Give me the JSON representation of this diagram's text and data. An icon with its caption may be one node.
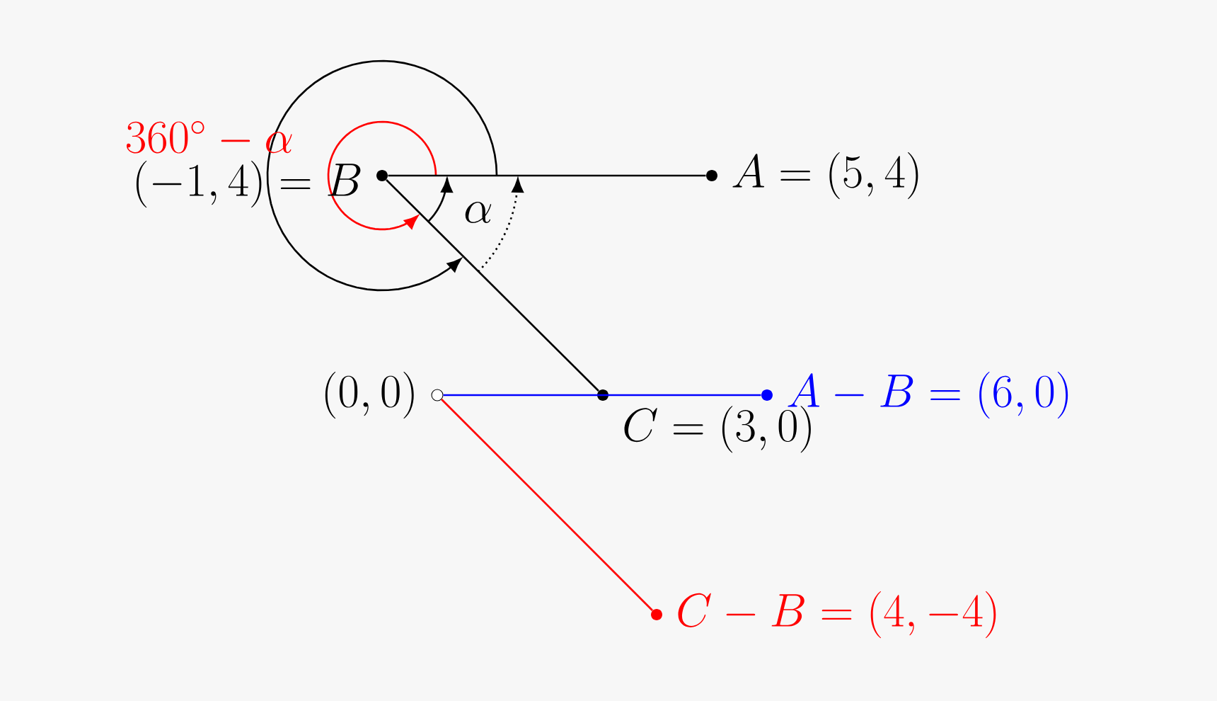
{
  "diagram": {
    "nodes": [
      {
        "text": [
          "(-1,4)=B"
        ]
      },
      {
        "text": [
          "A=(5,4)"
        ]
      },
      {
        "text": [
          "C=(3,0)"
        ]
      },
      {
        "text": [
          "(0,0)"
        ]
      },
      {
        "text": [
          "A-B=(6,0)"
        ]
      },
      {
        "text": [
          "C-B=(4,-4)"
        ]
      }
    ],
    "edges": [
      {
        "from": 0,
        "to": 1,
        "arrow": "none"
      },
      {
        "from": 0,
        "to": 2,
        "arrow": "none"
      },
      {
        "from": 3,
        "to": 4,
        "arrow": "none",
        "color": "#0000ff"
      },
      {
        "from": 3,
        "to": 5,
        "arrow": "none",
        "color": "#ff0000"
      }
    ],
    "labels": [
      "360^\\circ-\\alpha",
      "\\alpha"
    ]
  }
}
